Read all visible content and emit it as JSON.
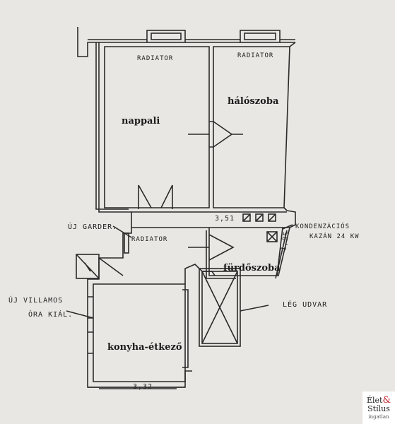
{
  "rooms": {
    "living": "nappali",
    "bedroom": "hálószoba",
    "bathroom": "fürdőszoba",
    "kitchen": "konyha-étkező"
  },
  "annotations": {
    "radiator_1": "RADIATOR",
    "radiator_2": "RADIATOR",
    "radiator_3": "RADIATOR",
    "girder_new": "ÚJ GARDER.",
    "condensing_boiler_line1": "KONDENZÁCIÓS",
    "condensing_boiler_line2": "KAZÁN 24 KW",
    "new_meter_line1": "ÚJ VILLAMOS",
    "new_meter_line2": "ÓRA KIÁL.",
    "air_shaft": "LÉG UDVAR"
  },
  "dimensions": {
    "hall_width": "3,51",
    "bath_depth": "1,95",
    "kitchen_width": "3,32"
  },
  "logo": {
    "line1": "Élet",
    "amp": "&",
    "line2": "Stílus",
    "line3": "ingatlan"
  }
}
